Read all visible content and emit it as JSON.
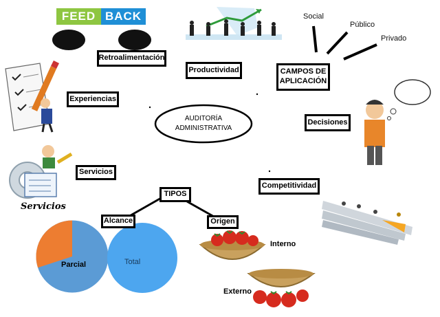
{
  "center": {
    "line1": "AUDITORÍA",
    "line2": "ADMINISTRATIVA"
  },
  "boxes": {
    "retroalimentacion": "Retroalimentación",
    "productividad": "Productividad",
    "campos_line1": "CAMPOS DE",
    "campos_line2": "APLICACIÓN",
    "experiencias": "Experiencias",
    "decisiones": "Decisiones",
    "servicios": "Servicios",
    "competitividad": "Competitividad",
    "tipos": "TIPOS",
    "alcance": "Alcance",
    "origen": "Origen"
  },
  "labels": {
    "social": "Social",
    "publico": "Público",
    "privado": "Privado",
    "interno": "Interno",
    "externo": "Externo",
    "servicios_caption": "Servicios"
  },
  "logo": {
    "feed": "FEED",
    "back": "BACK"
  },
  "pie": {
    "label": "Parcial",
    "share_orange": 0.3,
    "color_main": "#5b9bd5",
    "color_slice": "#ed7d31"
  },
  "circle": {
    "label": "Total",
    "color": "#4da6ef"
  }
}
